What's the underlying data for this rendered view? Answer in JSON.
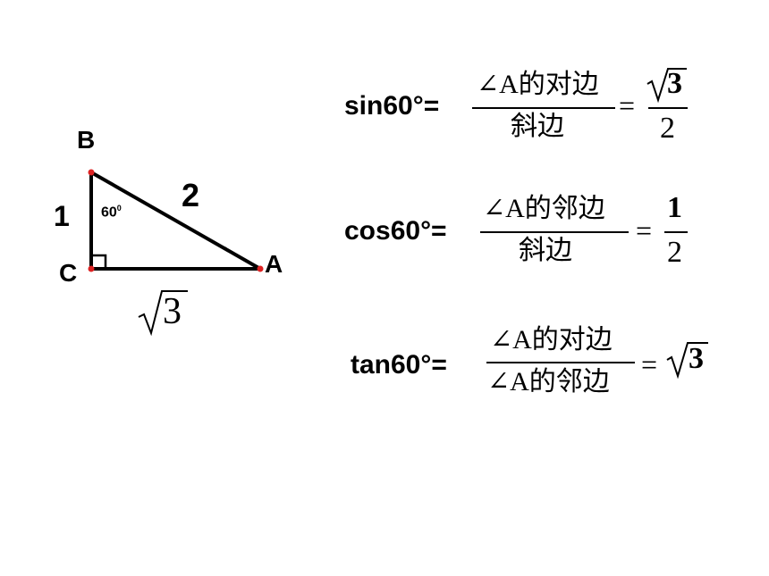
{
  "triangle": {
    "vertex_b": "B",
    "vertex_c": "C",
    "vertex_a": "A",
    "side_bc": "1",
    "side_ab": "2",
    "angle_b_base": "60",
    "angle_b_sup": "0",
    "side_ca_radicand": "3"
  },
  "formulas": {
    "sin": {
      "label": "sin60°=",
      "numerator": "∠A的对边",
      "denominator": "斜边",
      "eq": "=",
      "result_radicand": "3",
      "result_den": "2"
    },
    "cos": {
      "label": "cos60°=",
      "numerator": "∠A的邻边",
      "denominator": "斜边",
      "eq": "=",
      "result_num": "1",
      "result_den": "2"
    },
    "tan": {
      "label": "tan60°=",
      "numerator": "∠A的对边",
      "denominator": "∠A的邻边",
      "eq": "=",
      "result_radicand": "3"
    }
  },
  "colors": {
    "line": "#000000",
    "vertex_dot": "#dd2222"
  }
}
